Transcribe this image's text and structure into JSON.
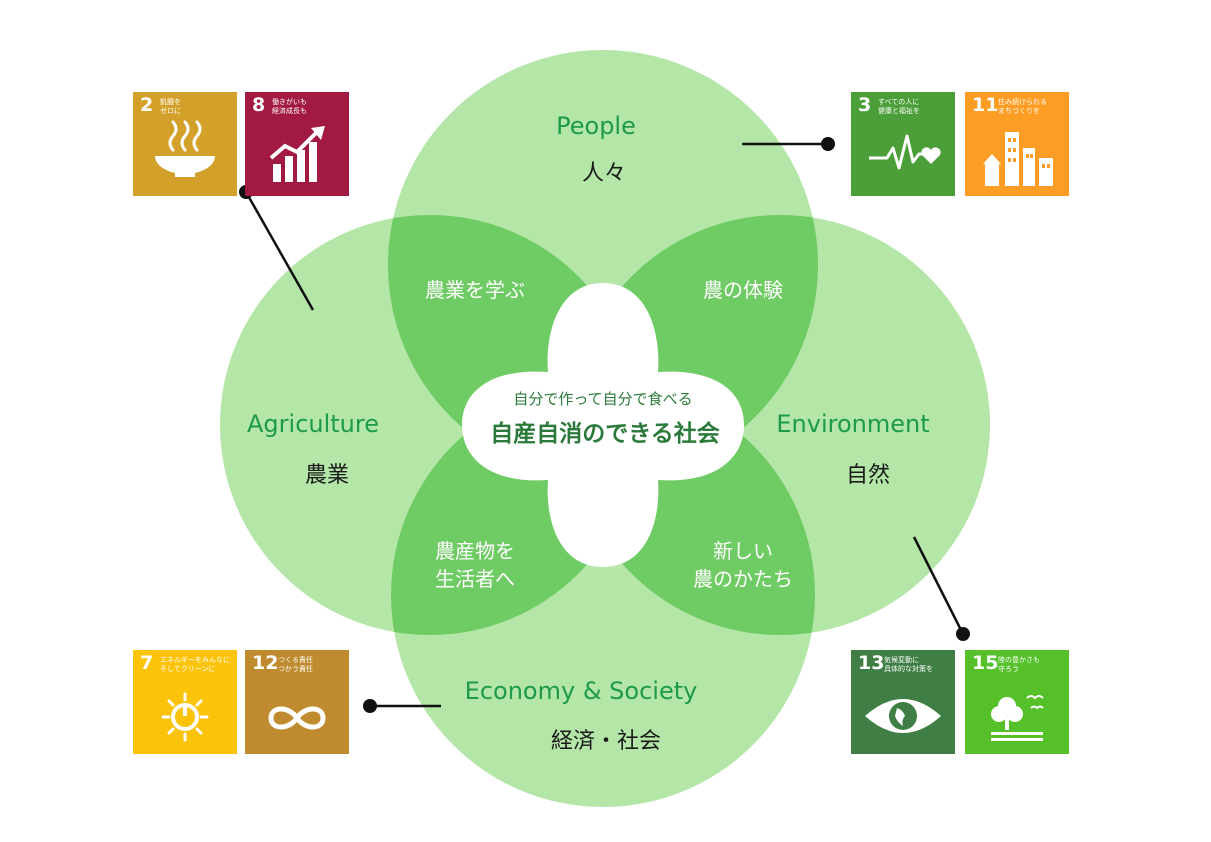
{
  "circles": {
    "people": {
      "en": "People",
      "jp": "人々"
    },
    "agriculture": {
      "en": "Agriculture",
      "jp": "農業"
    },
    "environment": {
      "en": "Environment",
      "jp": "自然"
    },
    "economy": {
      "en": "Economy & Society",
      "jp": "経済・社会"
    }
  },
  "petals": {
    "top_left": [
      "農業を学ぶ"
    ],
    "top_right": [
      "農の体験"
    ],
    "bottom_left": [
      "農産物を",
      "生活者へ"
    ],
    "bottom_right": [
      "新しい",
      "農のかたち"
    ]
  },
  "center": {
    "subtitle": "自分で作って自分で食べる",
    "title": "自産自消のできる社会"
  },
  "colors": {
    "circle_fill": "#9fdc91",
    "overlap_fill": "#5fc45a",
    "label_green": "#1d9a4a"
  },
  "sdg_groups": {
    "agriculture": [
      {
        "number": "2",
        "caption": "飢餓を\nゼロに",
        "color": "#d3a029",
        "icon": "bowl-icon"
      },
      {
        "number": "8",
        "caption": "働きがいも\n経済成長も",
        "color": "#a21942",
        "icon": "growth-chart-icon"
      }
    ],
    "people": [
      {
        "number": "3",
        "caption": "すべての人に\n健康と福祉を",
        "color": "#4c9f38",
        "icon": "heartbeat-icon"
      },
      {
        "number": "11",
        "caption": "住み続けられる\nまちづくりを",
        "color": "#fd9d24",
        "icon": "buildings-icon"
      }
    ],
    "economy": [
      {
        "number": "7",
        "caption": "エネルギーをみんなに\nそしてクリーンに",
        "color": "#fcc30b",
        "icon": "power-sun-icon"
      },
      {
        "number": "12",
        "caption": "つくる責任\nつかう責任",
        "color": "#bf8b2e",
        "icon": "infinity-icon"
      }
    ],
    "environment": [
      {
        "number": "13",
        "caption": "気候変動に\n具体的な対策を",
        "color": "#3f7e44",
        "icon": "eye-globe-icon"
      },
      {
        "number": "15",
        "caption": "陸の豊かさも\n守ろう",
        "color": "#56c02b",
        "icon": "tree-birds-icon"
      }
    ]
  }
}
